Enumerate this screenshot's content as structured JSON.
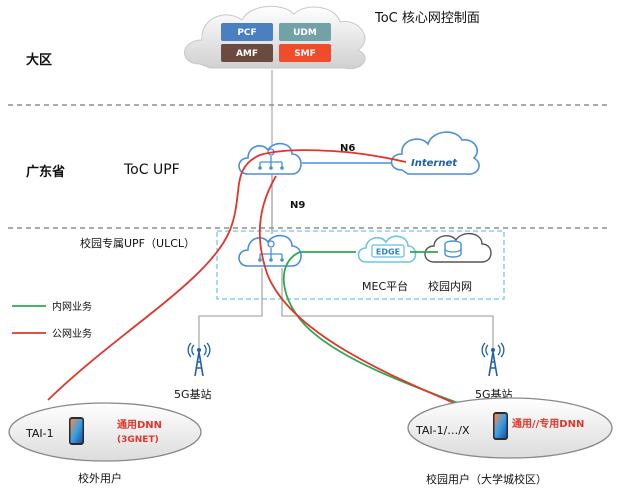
{
  "title": "ToC 核心网控制面",
  "core_functions": [
    {
      "label": "PCF",
      "color": "#4a7fc1"
    },
    {
      "label": "UDM",
      "color": "#72a1a6"
    },
    {
      "label": "AMF",
      "color": "#6b4a40"
    },
    {
      "label": "SMF",
      "color": "#f04b2a"
    }
  ],
  "regions": {
    "daqu": "大区",
    "guangdong": "广东省",
    "toc_upf": "ToC UPF"
  },
  "links": {
    "n6": "N6",
    "n9": "N9"
  },
  "internet_label": "Internet",
  "campus_upf_label": "校园专属UPF（ULCL）",
  "mec": {
    "badge": "EDGE",
    "label": "MEC平台"
  },
  "campus_network_label": "校园内网",
  "legend": [
    {
      "label": "内网业务",
      "color": "#2fa84f"
    },
    {
      "label": "公网业务",
      "color": "#e0362b"
    }
  ],
  "base_station_left": "5G基站",
  "base_station_right": "5G基站",
  "off_campus": {
    "tai": "TAI-1",
    "dnn": "通用DNN",
    "dnn_sub": "(3GNET)",
    "caption": "校外用户"
  },
  "campus": {
    "tai": "TAI-1/…/X",
    "dnn": "通用//专用DNN",
    "caption": "校园用户（大学城校区）"
  },
  "colors": {
    "intranet": "#2fa84f",
    "public": "#e0362b",
    "cloud_stroke": "#4a90d9",
    "dashed_box": "#6fc5e0"
  }
}
